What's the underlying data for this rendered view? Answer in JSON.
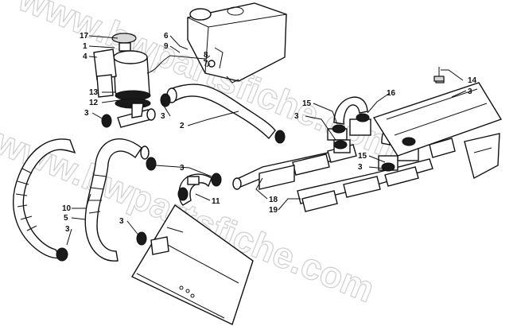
{
  "watermark": "www.bwpartsfiche.com",
  "callouts": [
    {
      "text": "17"
    },
    {
      "text": "1"
    },
    {
      "text": "4"
    },
    {
      "text": "6"
    },
    {
      "text": "9"
    },
    {
      "text": "8"
    },
    {
      "text": "7"
    },
    {
      "text": "13"
    },
    {
      "text": "12"
    },
    {
      "text": "3"
    },
    {
      "text": "3"
    },
    {
      "text": "2"
    },
    {
      "text": "15"
    },
    {
      "text": "3"
    },
    {
      "text": "16"
    },
    {
      "text": "14"
    },
    {
      "text": "3"
    },
    {
      "text": "15"
    },
    {
      "text": "3"
    },
    {
      "text": "3"
    },
    {
      "text": "11"
    },
    {
      "text": "18"
    },
    {
      "text": "19"
    },
    {
      "text": "10"
    },
    {
      "text": "5"
    },
    {
      "text": "3"
    },
    {
      "text": "3"
    }
  ]
}
